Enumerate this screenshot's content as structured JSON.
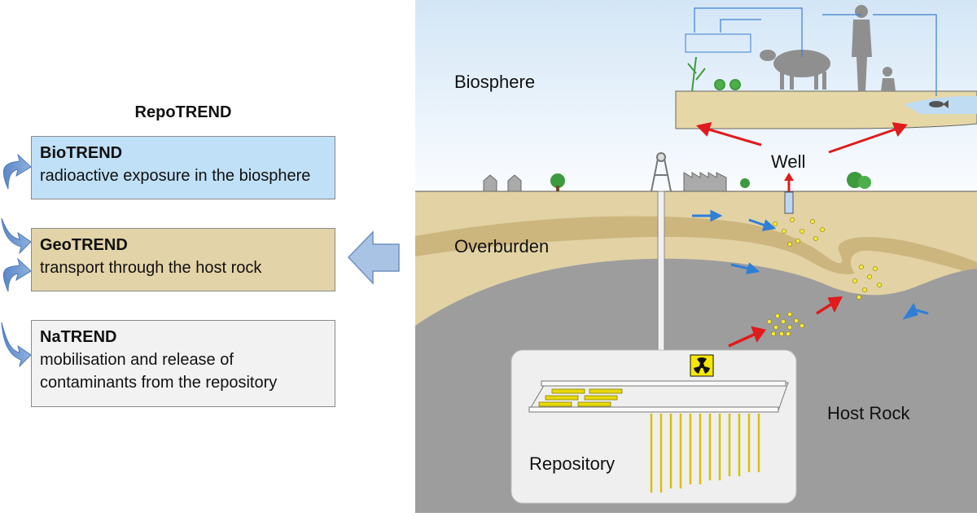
{
  "panel": {
    "heading": "RepoTREND",
    "boxes": [
      {
        "title": "BioTREND",
        "desc": "radioactive exposure in the biosphere",
        "color": "#bfe0f7"
      },
      {
        "title": "GeoTREND",
        "desc": "transport through the host rock",
        "color": "#e3d3a8"
      },
      {
        "title": "NaTREND",
        "desc": "mobilisation and release of contaminants from the repository",
        "color": "#f2f2f2"
      }
    ],
    "curved_arrow_color": "#5b87c8",
    "big_arrow_color": "#a9c3e4"
  },
  "scene": {
    "labels": {
      "biosphere": "Biosphere",
      "overburden": "Overburden",
      "well": "Well",
      "host_rock": "Host Rock",
      "repository": "Repository"
    },
    "colors": {
      "sky_top": "#d3e6f6",
      "sky_bottom": "#fafcff",
      "overburden": "#e2d2a4",
      "layer_dark": "#cdb57e",
      "host_rock": "#9d9d9d",
      "repository_box": "#efefef",
      "contaminant": "#f5ea3a",
      "migration_arrow": "#e01b1b",
      "groundwater_arrow": "#2f7fd6"
    },
    "icons": [
      "radiation-warning-icon",
      "person-icon",
      "cow-icon",
      "child-icon",
      "fish-icon",
      "tree-icon",
      "house-icon",
      "factory-icon",
      "headframe-icon",
      "rain-icon",
      "plant-icon"
    ]
  }
}
